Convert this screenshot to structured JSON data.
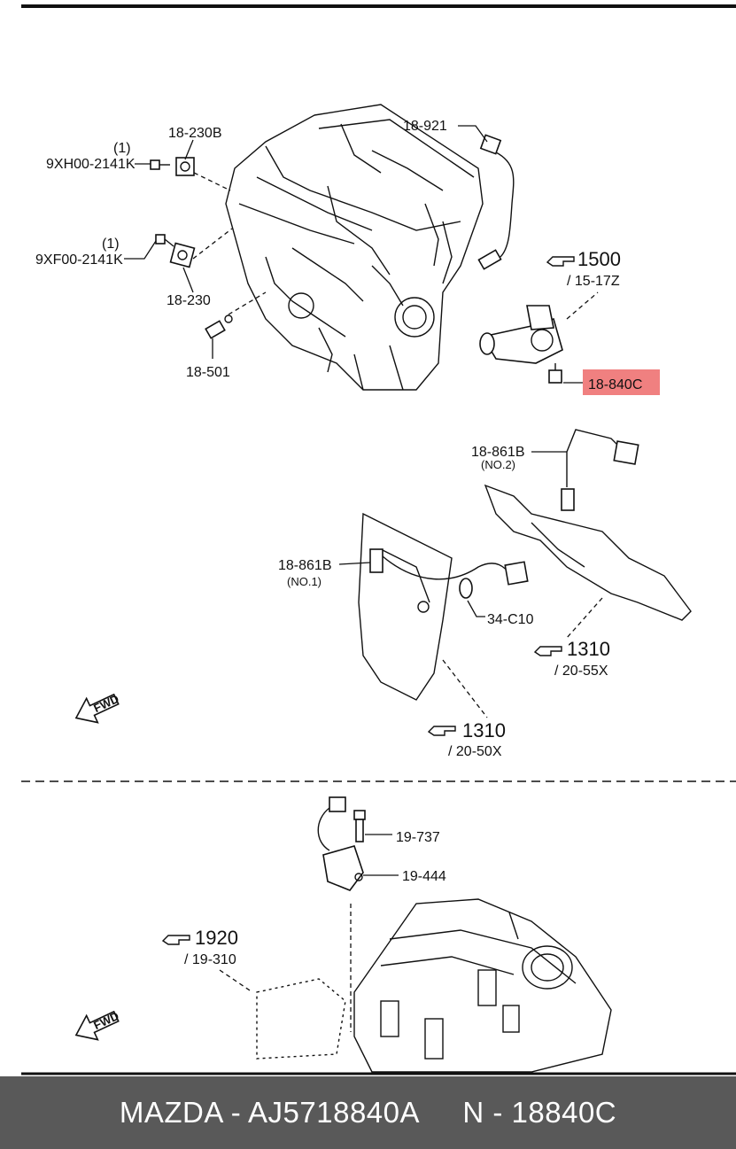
{
  "callouts": {
    "c1": "18-921",
    "c2": "18-230B",
    "c3": "(1)",
    "c4": "9XH00-2141K",
    "c5": "(1)",
    "c6": "9XF00-2141K",
    "c7": "18-230",
    "c8": "18-501",
    "c9_main": "1500",
    "c9_sub": "/ 15-17Z",
    "c10": "18-840C",
    "c11": "18-861B",
    "c11_sub": "(NO.2)",
    "c12": "18-861B",
    "c12_sub": "(NO.1)",
    "c13": "34-C10",
    "c14_main": "1310",
    "c14_sub": "/ 20-55X",
    "c15_main": "1310",
    "c15_sub": "/ 20-50X",
    "c16": "19-737",
    "c17": "19-444",
    "c18_main": "1920",
    "c18_sub": "/ 19-310",
    "fwd1": "FWD",
    "fwd2": "FWD"
  },
  "highlight_color": "#f08080",
  "footer": {
    "brand_part": "MAZDA - AJ5718840A",
    "ref": "N - 18840C"
  },
  "icons": [
    "hand-pointer-icon",
    "fwd-arrow-icon"
  ]
}
